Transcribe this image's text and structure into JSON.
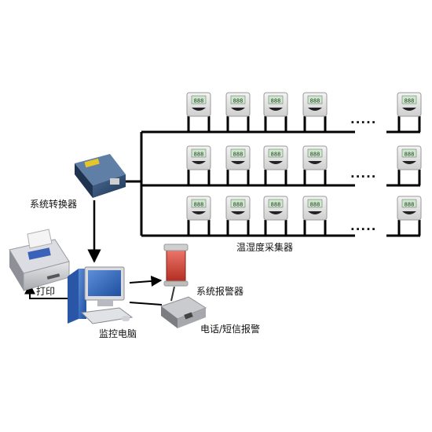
{
  "labels": {
    "converter": "系统转换器",
    "sensors": "温湿度采集器",
    "alarm": "系统报警器",
    "print": "打印",
    "computer": "监控电脑",
    "phone_sms": "电话/短信报警"
  },
  "dots": ".....",
  "sensor_display": "888",
  "colors": {
    "line": "#000000",
    "sensor_body": "#e6e6e6",
    "sensor_screen": "#cfe7cf",
    "alarm_red": "#c8372c",
    "converter_blue": "#2f4f7a"
  }
}
